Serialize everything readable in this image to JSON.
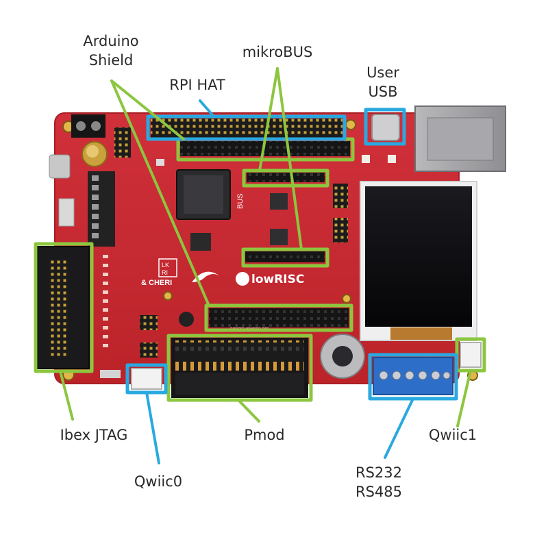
{
  "figure": {
    "colors": {
      "background": "#ffffff",
      "board": "#c8282e",
      "board_edge": "#a81e24",
      "callout_green": "#8cc63f",
      "callout_blue": "#29a9e0",
      "label_text": "#2a2a2a",
      "screen": "#0d0d10",
      "terminal_block": "#2d6fc8"
    },
    "board_markings": {
      "logo_cheri": "& CHERI",
      "logo_lowrisc": "lowRISC",
      "logo_bus": "BUS",
      "logo_lk": "LK",
      "logo_ri": "RI",
      "url": "sonata.lowrisc.org"
    }
  },
  "labels": {
    "arduino_shield": [
      "Arduino",
      "Shield"
    ],
    "mikrobus": "mikroBUS",
    "rpi_hat": "RPI HAT",
    "user_usb": [
      "User",
      "USB"
    ],
    "ibex_jtag": "Ibex JTAG",
    "pmod": "Pmod",
    "qwiic0": "Qwiic0",
    "qwiic1": "Qwiic1",
    "rs232_rs485": [
      "RS232",
      "RS485"
    ]
  }
}
